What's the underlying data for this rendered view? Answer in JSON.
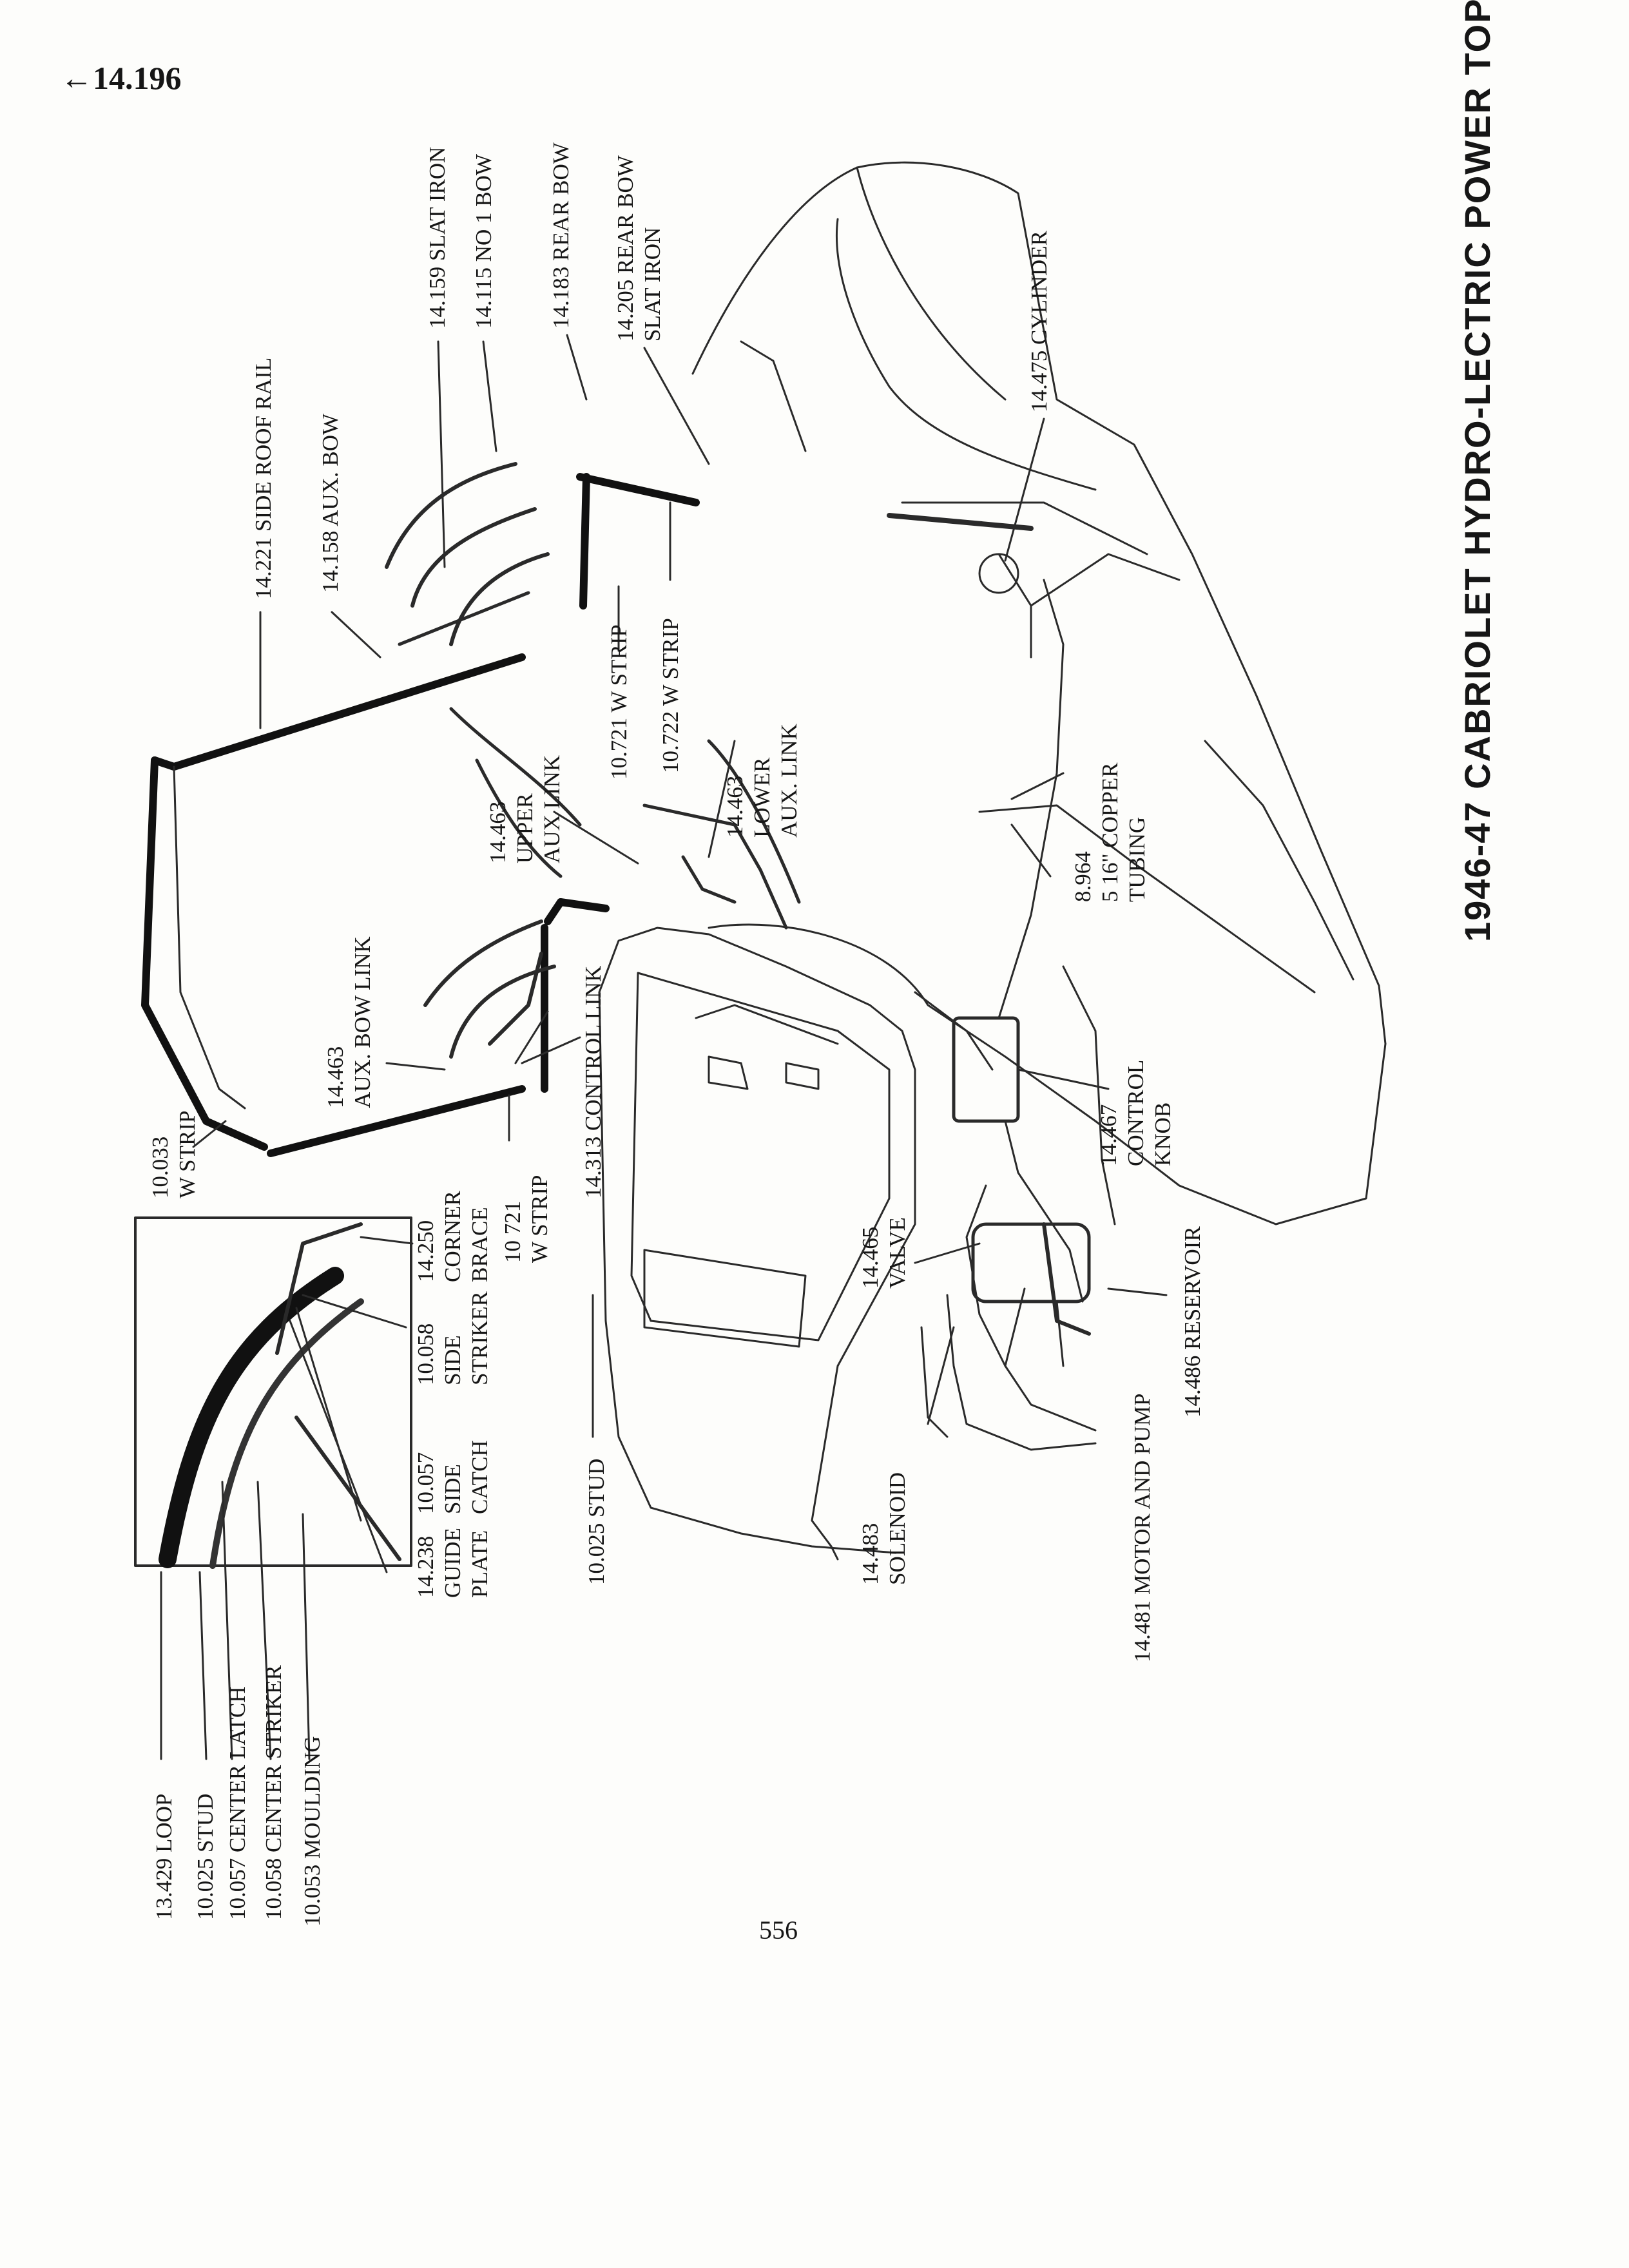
{
  "page_ref": "←14.196",
  "page_number": "556",
  "title": "1946-47 CABRIOLET HYDRO-LECTRIC POWER TOP",
  "labels": {
    "side_roof_rail": "14.221 SIDE ROOF RAIL",
    "aux_bow": "14.158 AUX. BOW",
    "slat_iron": "14.159 SLAT IRON",
    "no1_bow": "14.115 NO 1 BOW",
    "rear_bow": "14.183 REAR BOW",
    "rear_bow_slat_iron": [
      "14.205 REAR BOW",
      "SLAT IRON"
    ],
    "cylinder": "14.475 CYLINDER",
    "w_strip_10721_top": "10.721 W STRIP",
    "w_strip_10722": "10.722 W STRIP",
    "lower_aux_link": [
      "14.463",
      "LOWER",
      "AUX. LINK"
    ],
    "upper_aux_link": [
      "14.463",
      "UPPER",
      "AUX LINK"
    ],
    "copper_tubing": [
      "8.964",
      "5 16\" COPPER",
      "TUBING"
    ],
    "aux_bow_link": [
      "14.463",
      "AUX. BOW LINK"
    ],
    "control_link": "14.313 CONTROL LINK",
    "w_strip_10033": [
      "10.033",
      "W STRIP"
    ],
    "corner_brace": [
      "14.250",
      "CORNER",
      "BRACE"
    ],
    "w_strip_10721_bottom": [
      "10 721",
      "W STRIP"
    ],
    "control_knob": [
      "14.467",
      "CONTROL",
      "KNOB"
    ],
    "valve": [
      "14.465",
      "VALVE"
    ],
    "reservoir": "14.486 RESERVOIR",
    "side_striker": [
      "10.058",
      "SIDE",
      "STRIKER"
    ],
    "side_catch": [
      "10.057",
      "SIDE",
      "CATCH"
    ],
    "guide_plate": [
      "14.238",
      "GUIDE",
      "PLATE"
    ],
    "stud_door": "10.025 STUD",
    "solenoid": [
      "14.483",
      "SOLENOID"
    ],
    "motor_pump": "14.481 MOTOR AND PUMP",
    "loop": "13.429 LOOP",
    "stud_inset": "10.025 STUD",
    "center_latch": "10.057 CENTER LATCH",
    "center_striker": "10.058 CENTER STRIKER",
    "moulding": "10.053 MOULDING"
  }
}
